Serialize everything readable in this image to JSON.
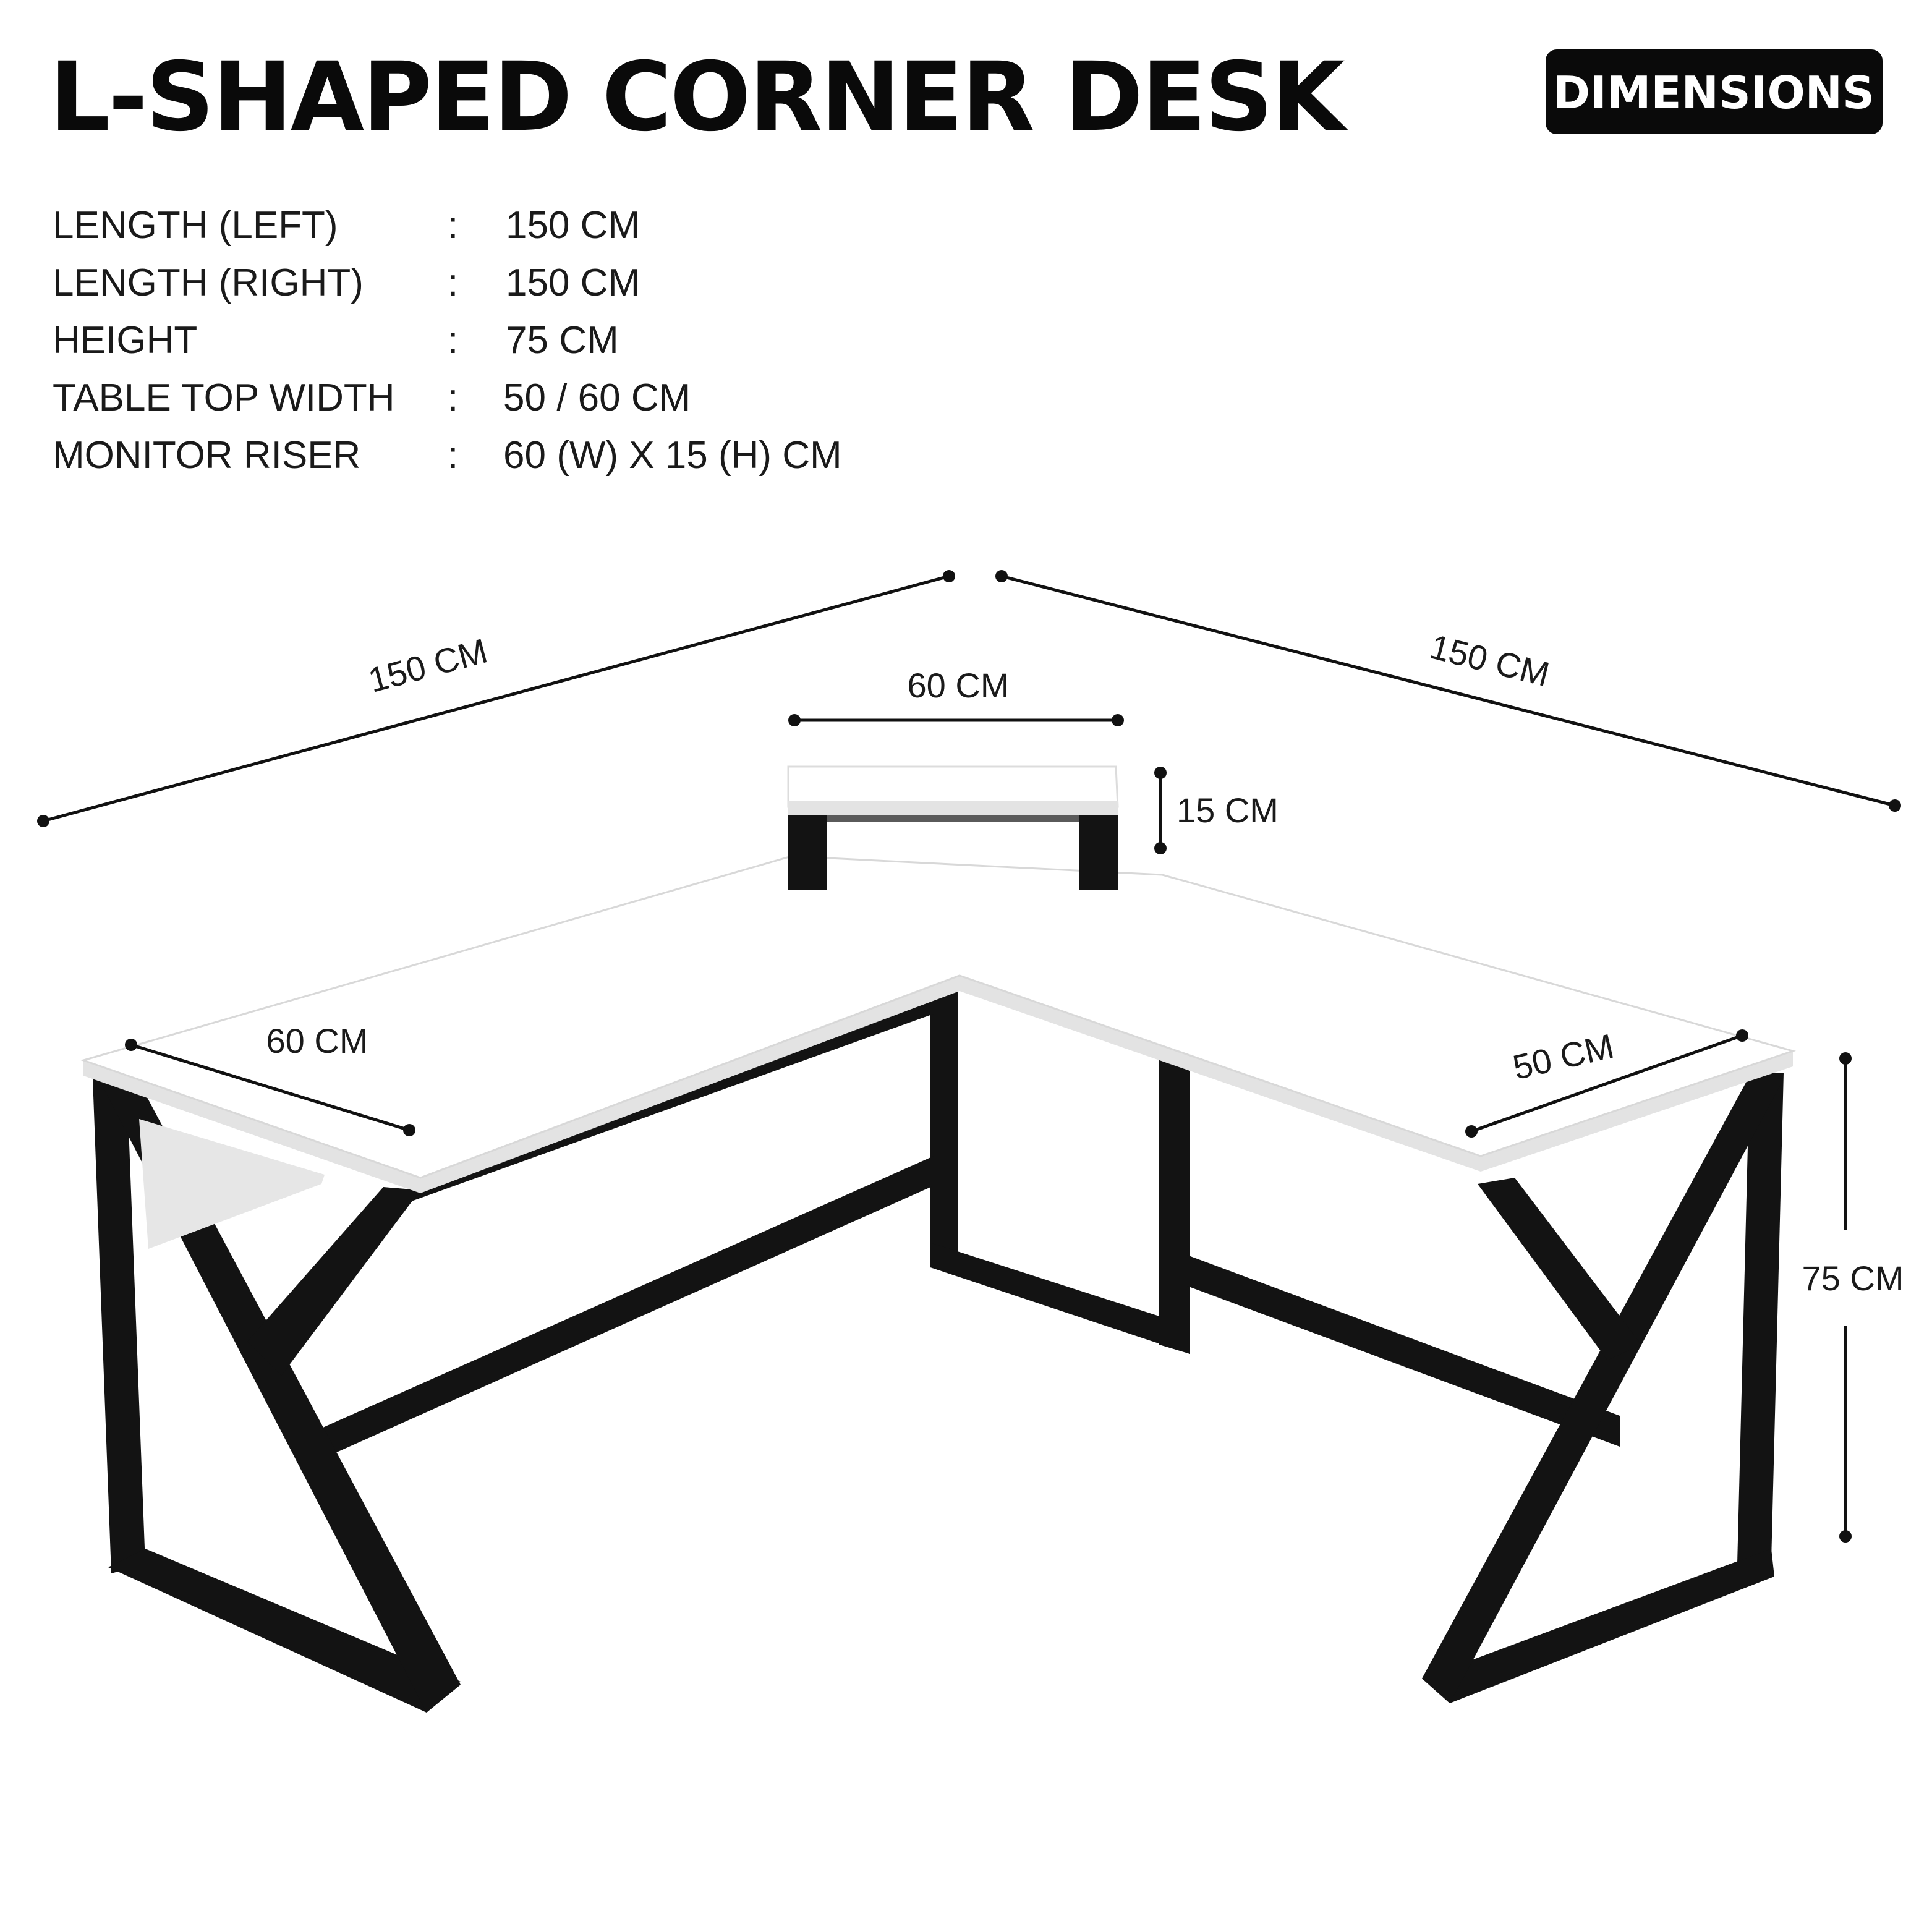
{
  "title": "L-SHAPED CORNER DESK",
  "badge": "DIMENSIONS",
  "specs": [
    {
      "label": "LENGTH (LEFT)",
      "sep": ":",
      "value": "150 CM"
    },
    {
      "label": "LENGTH (RIGHT)",
      "sep": ":",
      "value": "150 CM"
    },
    {
      "label": "HEIGHT",
      "sep": ":",
      "value": "75 CM"
    },
    {
      "label": "TABLE TOP WIDTH",
      "sep": ":",
      "value": "50 / 60 CM"
    },
    {
      "label": "MONITOR RISER",
      "sep": ":",
      "value": "60 (W) X 15 (H) CM"
    }
  ],
  "dimensions": {
    "left_length": "150 CM",
    "right_length": "150 CM",
    "riser_width": "60 CM",
    "riser_height": "15 CM",
    "left_depth": "60 CM",
    "right_depth": "50 CM",
    "height": "75 CM"
  },
  "colors": {
    "frame": "#131313",
    "top": "#ffffff",
    "badge": "#0a0a0a"
  }
}
